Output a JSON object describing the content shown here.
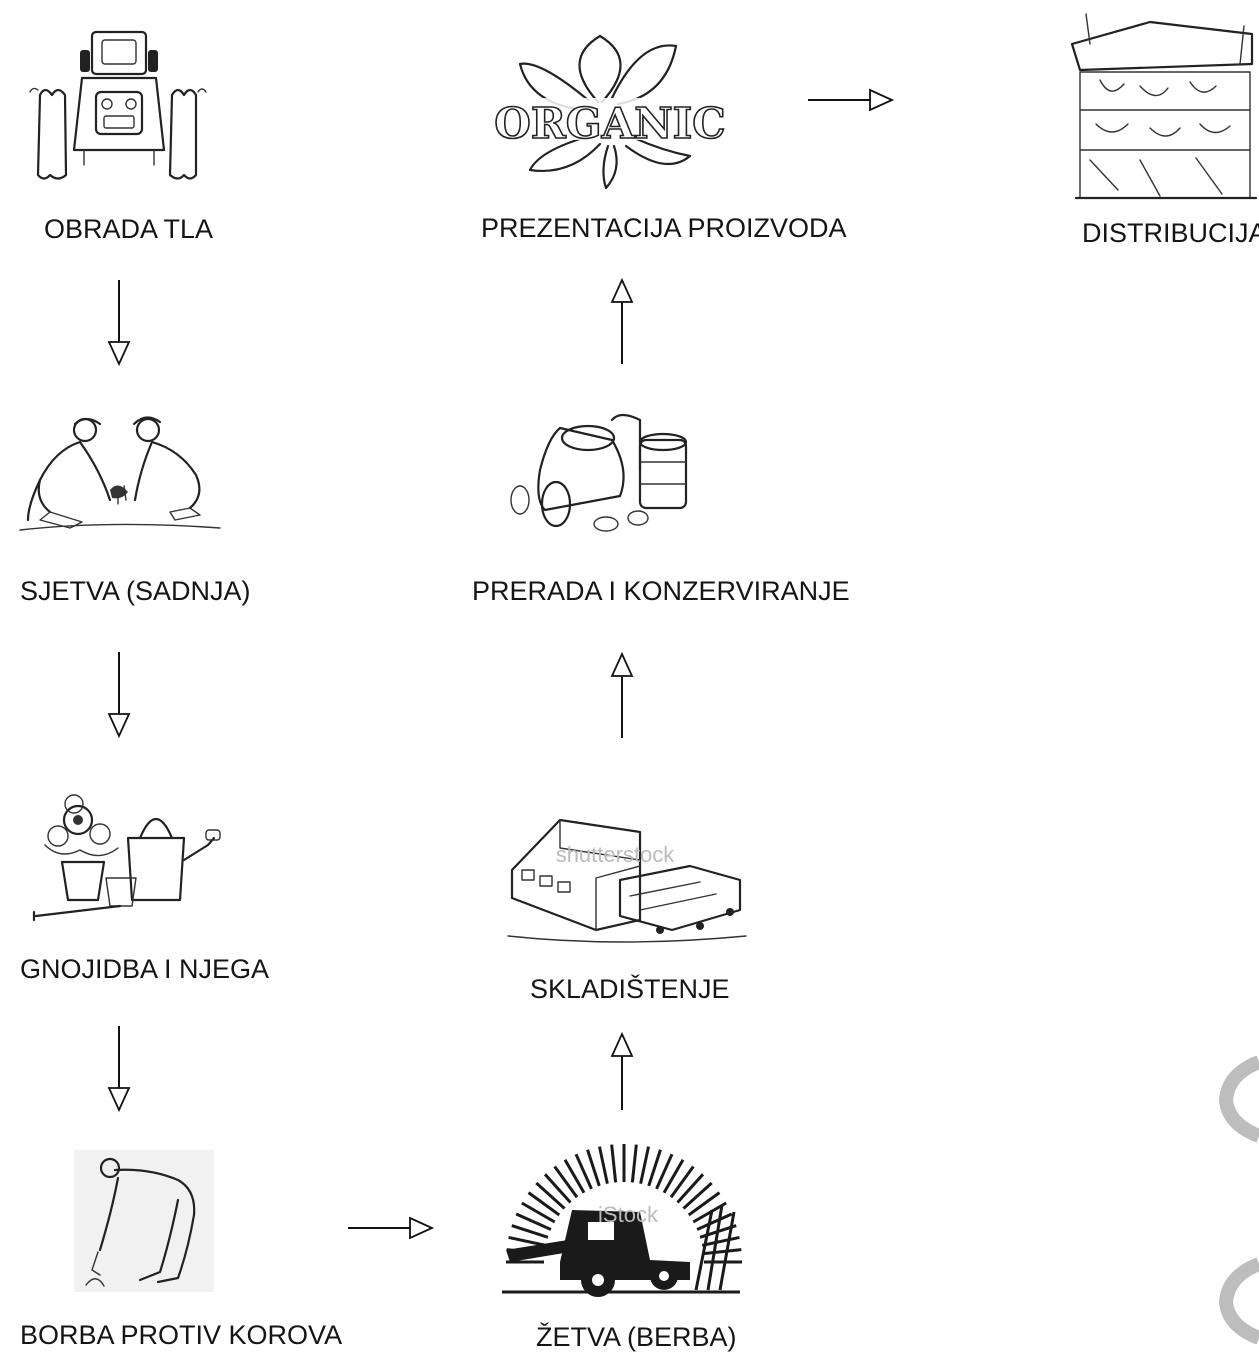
{
  "steps": {
    "obrada_tla": "OBRADA TLA",
    "sjetva": "SJETVA (SADNJA)",
    "gnojidba": "GNOJIDBA I NJEGA",
    "borba": "BORBA PROTIV KOROVA",
    "zetva": "ŽETVA (BERBA)",
    "skladistenje": "SKLADIŠTENJE",
    "prerada": "PRERADA I KONZERVIRANJE",
    "prezentacija": "PREZENTACIJA PROIZVODA",
    "distribucija": "DISTRIBUCIJA"
  },
  "images": {
    "organic_text": "ORGANIC",
    "warehouse_watermark": "shutterstock",
    "harvest_watermark": "iStock"
  }
}
